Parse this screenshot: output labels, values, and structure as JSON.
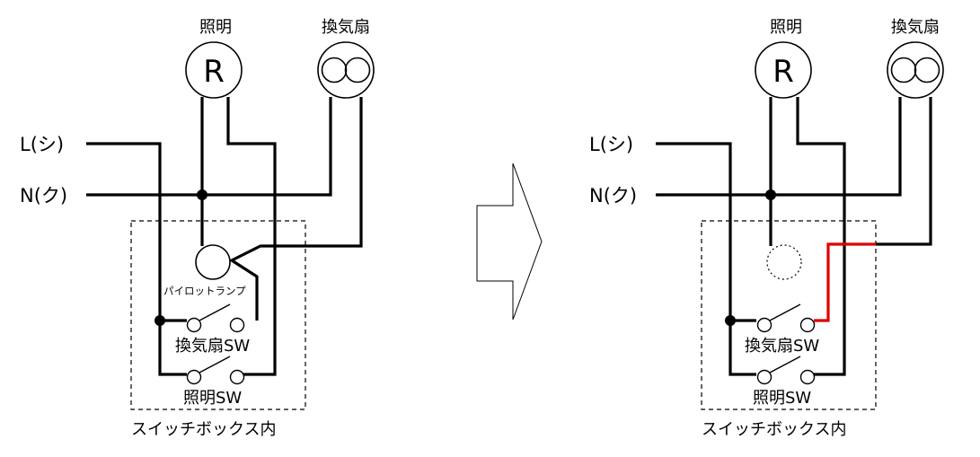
{
  "before": {
    "light_label": "照明",
    "fan_label": "換気扇",
    "lamp_symbol": "R",
    "line_l": "L(シ)",
    "line_n": "N(ク)",
    "pilot_lamp": "パイロットランプ",
    "fan_sw": "換気扇SW",
    "light_sw": "照明SW",
    "box_label": "スイッチボックス内"
  },
  "after": {
    "light_label": "照明",
    "fan_label": "換気扇",
    "lamp_symbol": "R",
    "line_l": "L(シ)",
    "line_n": "N(ク)",
    "fan_sw": "換気扇SW",
    "light_sw": "照明SW",
    "box_label": "スイッチボックス内"
  },
  "colors": {
    "wire": "#000000",
    "new_wire": "#e00000"
  }
}
